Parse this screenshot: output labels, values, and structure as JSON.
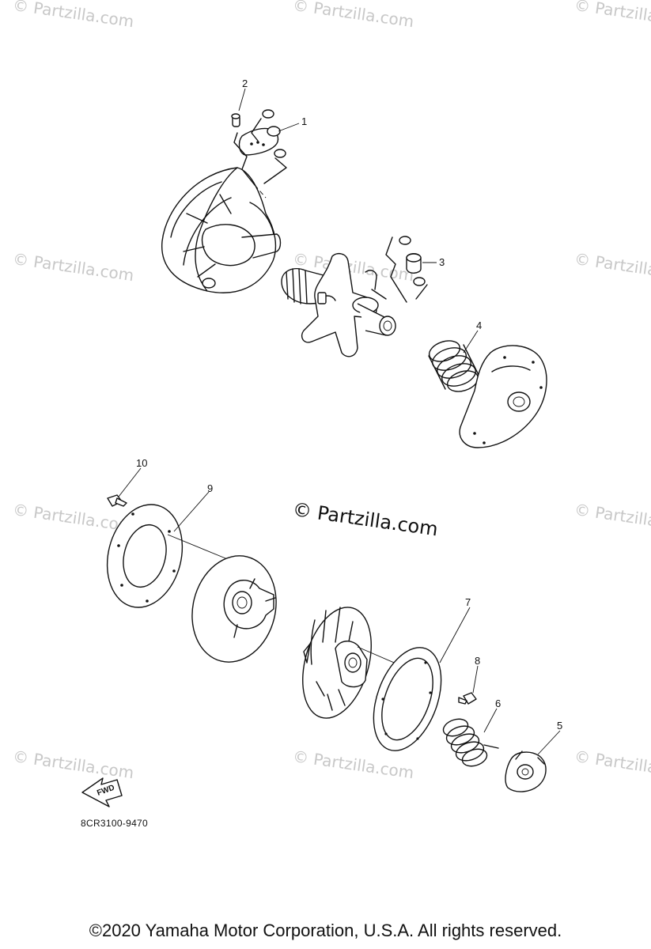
{
  "watermarks": {
    "text": "© Partzilla.com",
    "center_text": "© Partzilla.com"
  },
  "callouts": {
    "c1": "1",
    "c2": "2",
    "c3": "3",
    "c4": "4",
    "c5": "5",
    "c6": "6",
    "c7": "7",
    "c8": "8",
    "c9": "9",
    "c10": "10"
  },
  "diagram_code": "8CR3100-9470",
  "fwd_label": "FWD",
  "footer": "©2020 Yamaha Motor Corporation, U.S.A. All rights reserved.",
  "icons": {
    "fwd_arrow": "fwd-arrow-icon"
  }
}
